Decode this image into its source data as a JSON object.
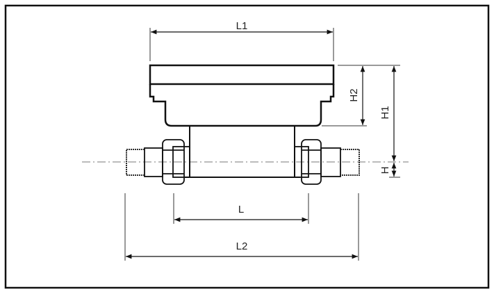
{
  "diagram": {
    "dimensions": {
      "L1": "L1",
      "L": "L",
      "L2": "L2",
      "H": "H",
      "H1": "H1",
      "H2": "H2"
    }
  }
}
